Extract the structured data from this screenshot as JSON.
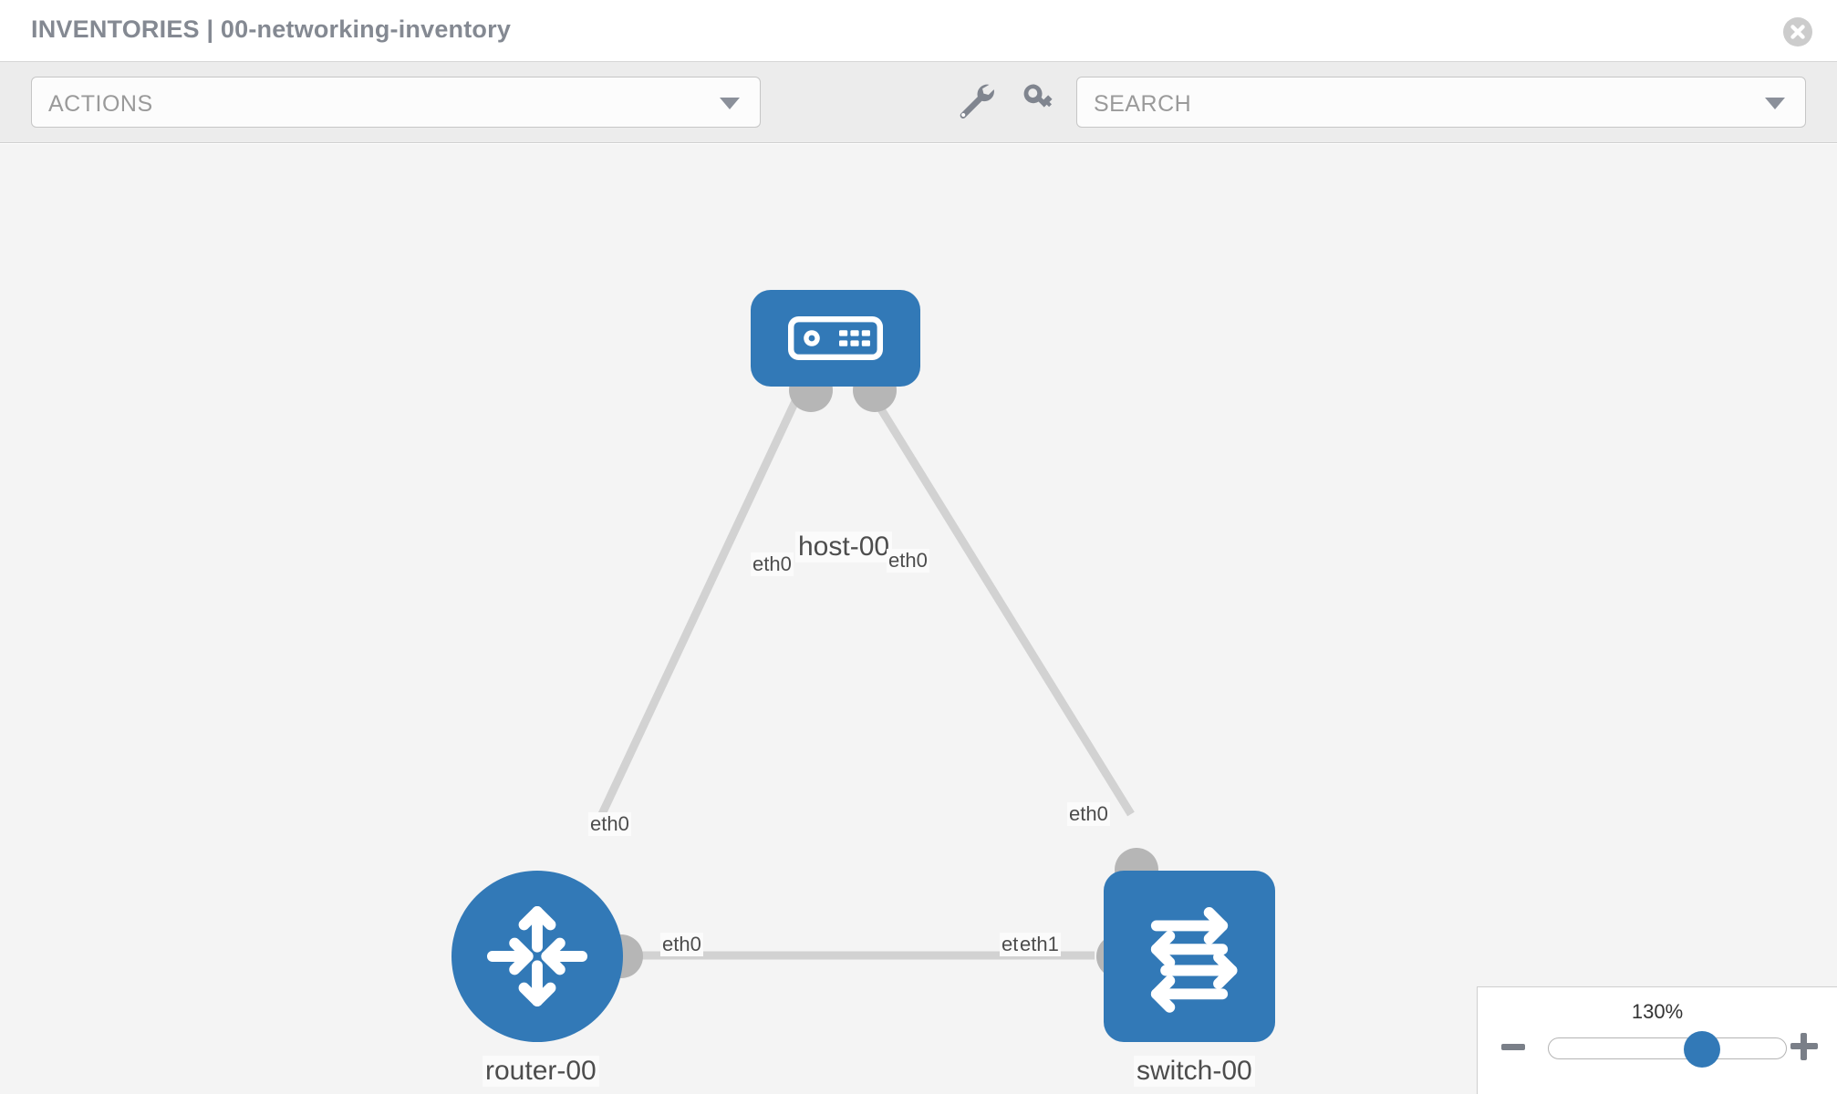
{
  "header": {
    "title": "INVENTORIES | 00-networking-inventory",
    "close_icon": "close-circle-icon"
  },
  "toolbar": {
    "actions": {
      "label": "ACTIONS",
      "caret_icon": "chevron-down-icon"
    },
    "wrench_icon": "wrench-icon",
    "key_icon": "key-icon",
    "search": {
      "placeholder": "SEARCH",
      "value": "",
      "caret_icon": "chevron-down-icon"
    }
  },
  "topology": {
    "nodes": [
      {
        "id": "host-00",
        "label": "host-00",
        "icon": "server-icon",
        "color": "#3279b7",
        "shape": "rounded-rect"
      },
      {
        "id": "router-00",
        "label": "router-00",
        "icon": "router-arrows-icon",
        "color": "#3279b7",
        "shape": "circle"
      },
      {
        "id": "switch-00",
        "label": "switch-00",
        "icon": "switch-arrows-icon",
        "color": "#3279b7",
        "shape": "rounded-square"
      }
    ],
    "links": [
      {
        "source": "host-00",
        "target": "router-00",
        "source_label": "eth0",
        "target_label": "eth0"
      },
      {
        "source": "host-00",
        "target": "switch-00",
        "source_label": "eth0",
        "target_label": "eth0"
      },
      {
        "source": "router-00",
        "target": "switch-00",
        "source_label": "eth0",
        "target_label_a": "eth0",
        "target_label_b": "eth1"
      }
    ],
    "link_labels": {
      "host_left": "eth0",
      "host_right": "eth0",
      "router_up": "eth0",
      "switch_up": "eth0",
      "router_right": "eth0",
      "switch_left_a": "eth0",
      "switch_left_b": "eth1"
    }
  },
  "zoom_control": {
    "value": "130%",
    "minus_label": "zoom-out",
    "plus_label": "zoom-in",
    "slider_position_percent": 62
  },
  "colors": {
    "node_blue": "#3279b7",
    "link_grey": "#d2d2d2",
    "knob_grey": "#b6b6b6",
    "canvas_bg": "#f4f4f4",
    "toolbar_bg": "#ececec",
    "header_text": "#848992"
  }
}
